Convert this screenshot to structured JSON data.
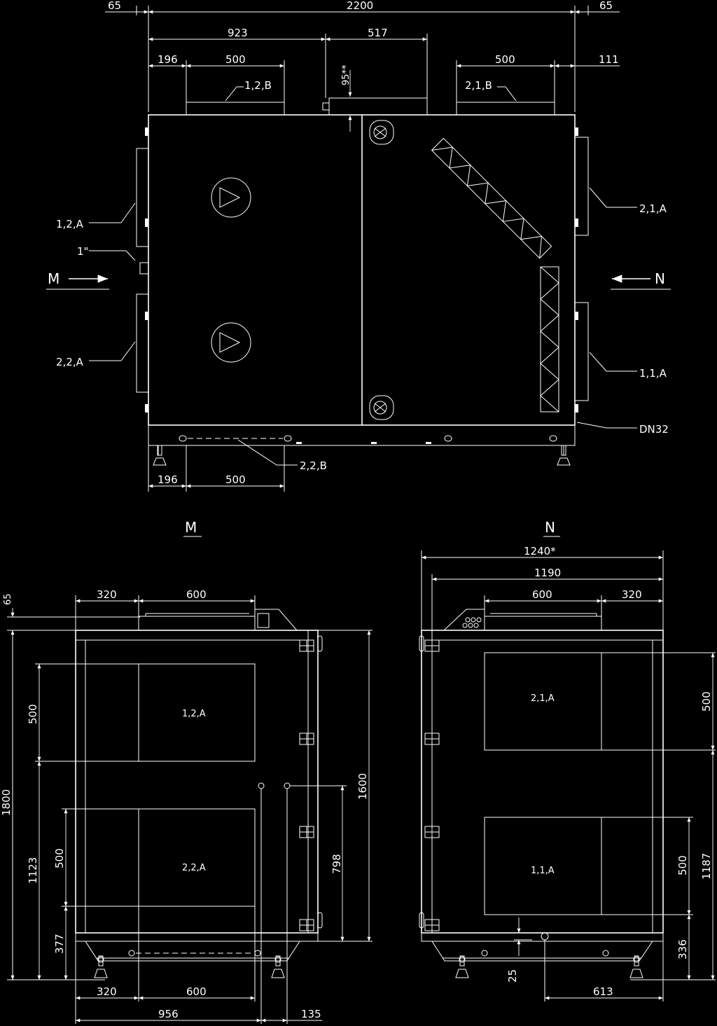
{
  "top_view": {
    "dims": {
      "d65_left": "65",
      "d2200": "2200",
      "d65_right": "65",
      "d923": "923",
      "d517": "517",
      "d196_top": "196",
      "d500_top_left": "500",
      "d500_top_right": "500",
      "d111": "111",
      "d95": "95**",
      "d196_bottom": "196",
      "d500_bottom": "500"
    },
    "labels": {
      "l12b": "1,2,B",
      "l21b": "2,1,B",
      "l12a": "1,2,A",
      "l1inch": "1\"",
      "l22a": "2,2,A",
      "l21a": "2,1,A",
      "l11a": "1,1,A",
      "ldn32": "DN32",
      "l22b": "2,2,B"
    },
    "arrows": {
      "m": "M",
      "n": "N"
    }
  },
  "view_m": {
    "title": "M",
    "dims": {
      "d320_top": "320",
      "d600_top": "600",
      "d65": "65",
      "d500_upper": "500",
      "d1800": "1800",
      "d1123": "1123",
      "d500_lower": "500",
      "d377": "377",
      "d798": "798",
      "d1600": "1600",
      "d320_bottom": "320",
      "d600_bottom": "600",
      "d956": "956",
      "d135": "135"
    },
    "openings": {
      "upper": "1,2,A",
      "lower": "2,2,A"
    }
  },
  "view_n": {
    "title": "N",
    "dims": {
      "d1240": "1240*",
      "d1190": "1190",
      "d600": "600",
      "d320": "320",
      "d500_upper": "500",
      "d500_lower": "500",
      "d1187": "1187",
      "d336": "336",
      "d25": "25",
      "d613": "613"
    },
    "openings": {
      "upper": "2,1,A",
      "lower": "1,1,A"
    }
  }
}
